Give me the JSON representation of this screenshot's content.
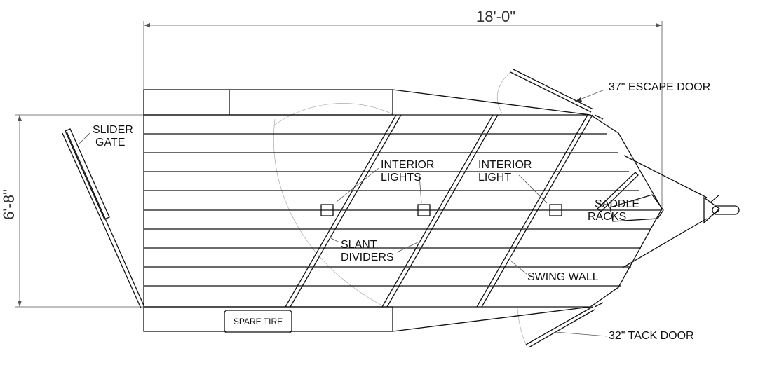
{
  "dimensions": {
    "length": "18'-0\"",
    "width": "6'-8\""
  },
  "labels": {
    "escape_door": "37\" ESCAPE DOOR",
    "slider_gate_1": "SLIDER",
    "slider_gate_2": "GATE",
    "interior_lights_1": "INTERIOR",
    "interior_lights_2": "LIGHTS",
    "interior_light_1": "INTERIOR",
    "interior_light_2": "LIGHT",
    "saddle_racks_1": "SADDLE",
    "saddle_racks_2": "RACKS",
    "slant_dividers_1": "SLANT",
    "slant_dividers_2": "DIVIDERS",
    "swing_wall": "SWING WALL",
    "spare_tire": "SPARE TIRE",
    "tack_door": "32\" TACK DOOR"
  }
}
